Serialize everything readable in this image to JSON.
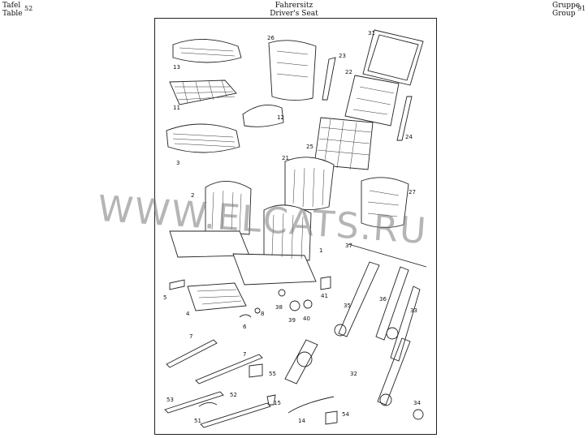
{
  "header": {
    "left_line1": "Tafel",
    "left_line2": "Table",
    "left_number": "52",
    "center_line1": "Fahrersitz",
    "center_line2": "Driver's Seat",
    "right_line1": "Gruppe",
    "right_line2": "Group",
    "right_number": "91"
  },
  "watermark": "WWW.ELCATS.RU",
  "part_numbers": [
    "13",
    "11",
    "3",
    "26",
    "12",
    "23",
    "22",
    "31",
    "25",
    "24",
    "21",
    "27",
    "2",
    "1",
    "37",
    "5",
    "4",
    "8",
    "6",
    "38",
    "39",
    "40",
    "41",
    "35",
    "36",
    "33",
    "7",
    "7",
    "55",
    "32",
    "53",
    "52",
    "15",
    "54",
    "14",
    "34",
    "51"
  ]
}
